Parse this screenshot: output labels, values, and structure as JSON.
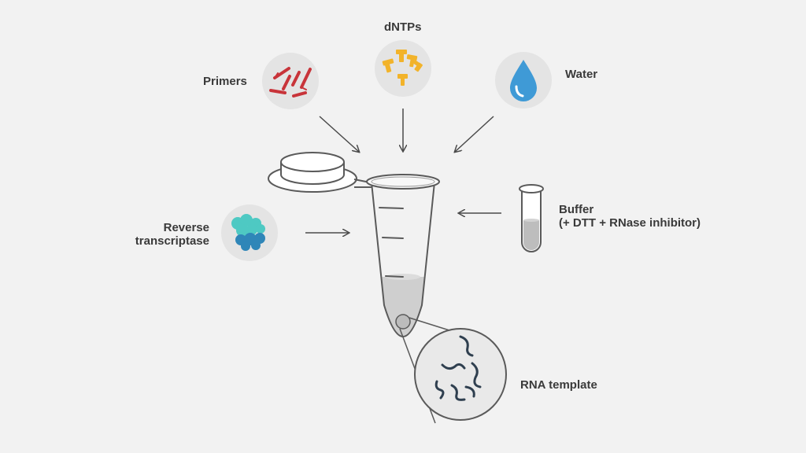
{
  "labels": {
    "primers": "Primers",
    "dntps": "dNTPs",
    "water": "Water",
    "reverse_transcriptase_line1": "Reverse",
    "reverse_transcriptase_line2": "transcriptase",
    "buffer_line1": "Buffer",
    "buffer_line2": "(+ DTT + RNase inhibitor)",
    "rna_template": "RNA template"
  },
  "icons": {
    "primers": "primers-icon",
    "dntps": "dntps-icon",
    "water": "water-drop-icon",
    "reverse_transcriptase": "enzyme-icon",
    "buffer": "buffer-tube-icon",
    "rna_template": "rna-strands-icon",
    "tube": "microcentrifuge-tube-icon"
  },
  "colors": {
    "background": "#f2f2f2",
    "icon_circle": "#e4e4e4",
    "primers": "#c8343a",
    "dntps": "#f2b32a",
    "water": "#3f9ad6",
    "enzyme_light": "#4ec9c3",
    "enzyme_dark": "#2f86b8",
    "rna": "#2f3f4f",
    "outline": "#5a5a5a",
    "liquid": "#cfcfcf",
    "arrow": "#4a4a4a"
  }
}
